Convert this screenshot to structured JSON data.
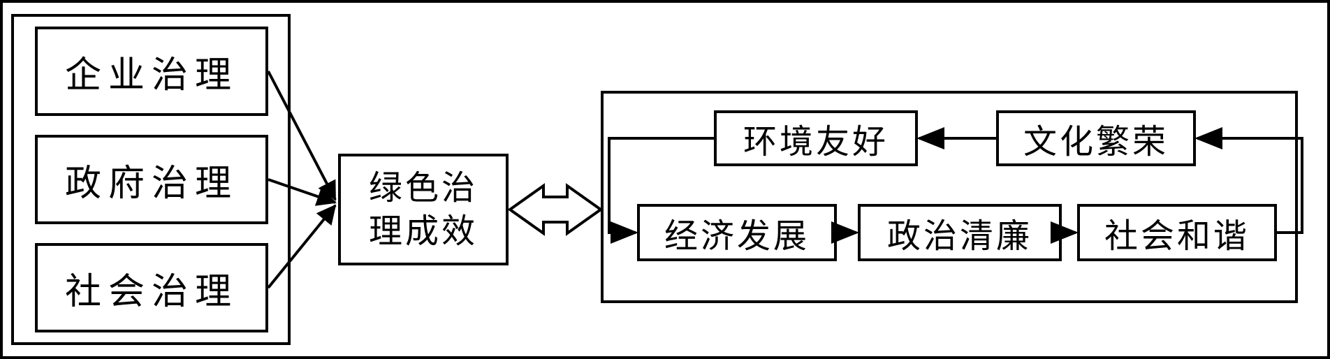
{
  "governance_inputs": [
    {
      "label": "企业治理"
    },
    {
      "label": "政府治理"
    },
    {
      "label": "社会治理"
    }
  ],
  "outcome": {
    "line1": "绿色治",
    "line2": "理成效"
  },
  "cycle": {
    "bottom_row": [
      "经济发展",
      "政治清廉",
      "社会和谐"
    ],
    "top_row": [
      "环境友好",
      "文化繁荣"
    ]
  },
  "colors": {
    "stroke": "#000000",
    "background": "#ffffff"
  }
}
